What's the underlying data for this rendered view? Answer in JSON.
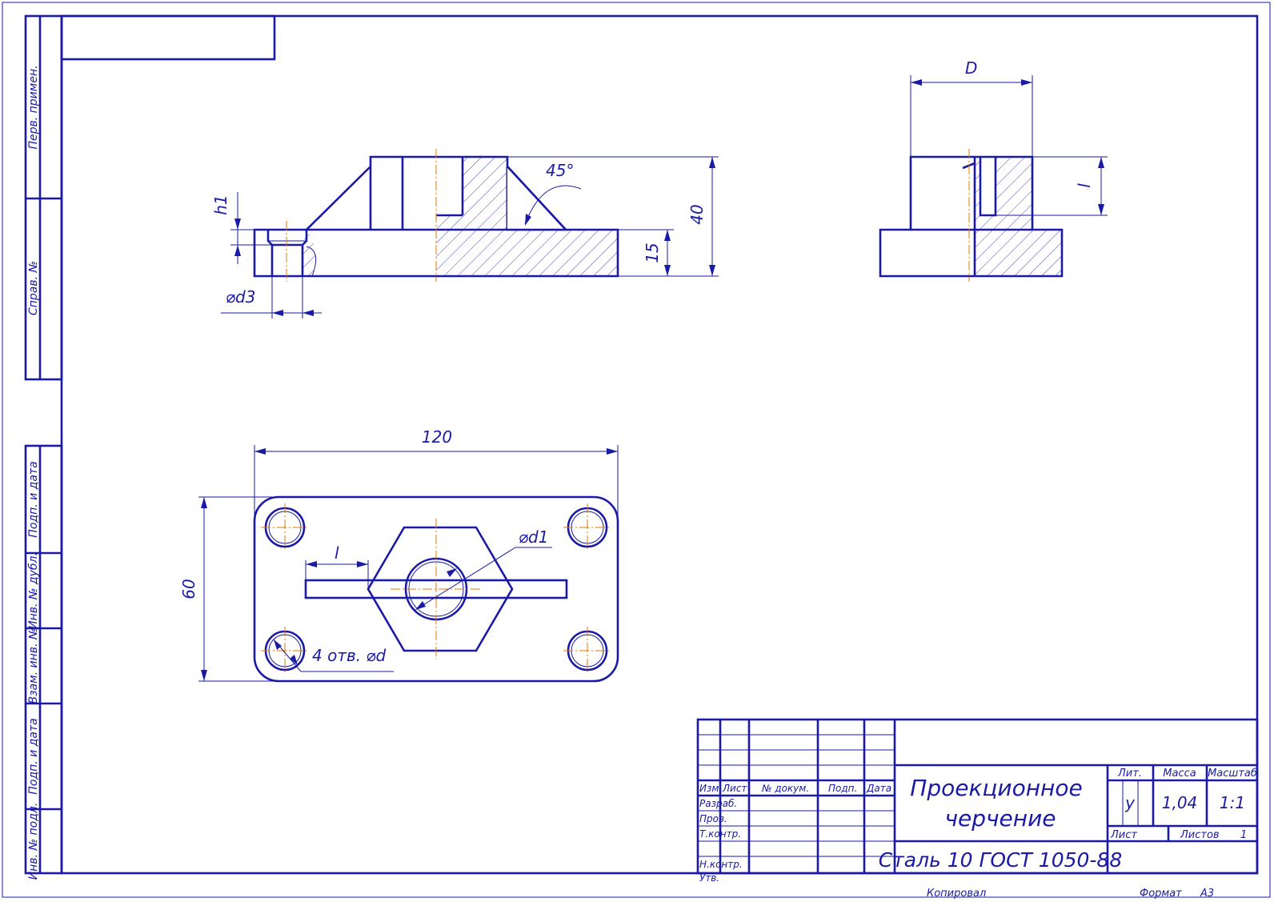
{
  "side_stamps": {
    "perv_primen": "Перв. примен.",
    "sprav_no": "Справ. №",
    "podp_data_1": "Подп. и дата",
    "inv_dubl": "Инв. № дубл.",
    "vzam_inv": "Взам. инв. №",
    "podp_data_2": "Подп. и дата",
    "inv_podl": "Инв. № подл."
  },
  "front_view": {
    "dim_h1": "h1",
    "dim_d3": "⌀d3",
    "dim_angle": "45°",
    "dim_height_total": "40",
    "dim_height_base": "15"
  },
  "side_view": {
    "dim_D": "D",
    "dim_l": "l"
  },
  "top_view": {
    "dim_length": "120",
    "dim_width": "60",
    "dim_l": "l",
    "dim_d1": "⌀d1",
    "dim_holes": "4 отв. ⌀d"
  },
  "title_block": {
    "headers": {
      "izm": "Изм.",
      "list": "Лист",
      "doc_no": "№ докум.",
      "podp": "Подп.",
      "data": "Дата"
    },
    "roles": {
      "razrab": "Разраб.",
      "prov": "Пров.",
      "tkontr": "Т.контр.",
      "nkontr": "Н.контр.",
      "utv": "Утв."
    },
    "drawing_title_line1": "Проекционное",
    "drawing_title_line2": "черчение",
    "material": "Сталь 10 ГОСТ 1050-88",
    "lit_label": "Лит.",
    "massa_label": "Масса",
    "masshtab_label": "Масштаб",
    "lit_value": "у",
    "massa_value": "1,04",
    "masshtab_value": "1:1",
    "list_label": "Лист",
    "listov_label": "Листов",
    "listov_value": "1"
  },
  "footer": {
    "kopiroval": "Копировал",
    "format_label": "Формат",
    "format_value": "А3"
  }
}
